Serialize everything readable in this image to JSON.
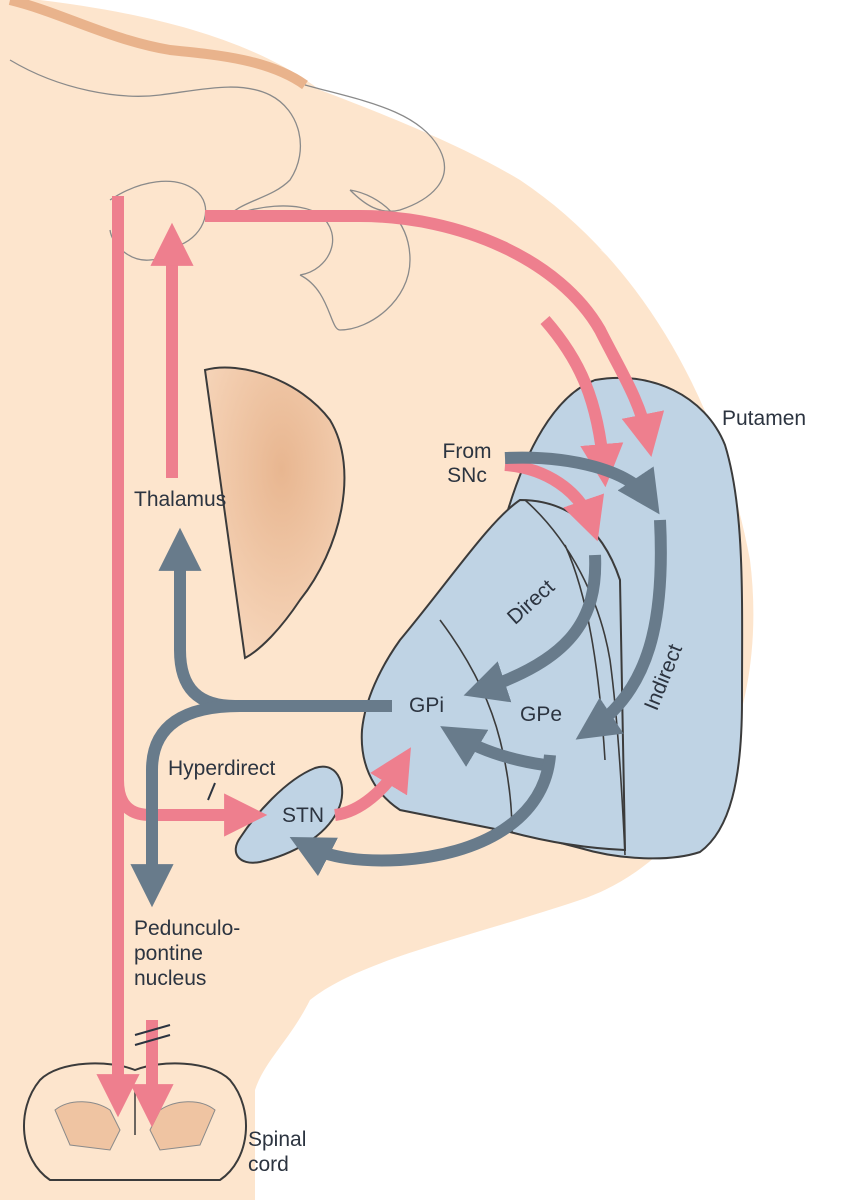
{
  "labels": {
    "putamen": "Putamen",
    "from_snc_line1": "From",
    "from_snc_line2": "SNc",
    "thalamus": "Thalamus",
    "direct": "Direct",
    "indirect": "Indirect",
    "gpi": "GPi",
    "gpe": "GPe",
    "hyperdirect": "Hyperdirect",
    "stn": "STN",
    "ppn_line1": "Pedunculo-",
    "ppn_line2": "pontine",
    "ppn_line3": "nucleus",
    "spinal_line1": "Spinal",
    "spinal_line2": "cord"
  },
  "colors": {
    "brain_fill": "#fde5cd",
    "cortex_edge": "#e9b38c",
    "thalamus_fill": "#efc4a2",
    "basal_ganglia_fill": "#bfd3e4",
    "excitatory_pathway": "#ee7f8e",
    "inhibitory_pathway": "#687b8b",
    "outline": "#3b3b3b"
  }
}
